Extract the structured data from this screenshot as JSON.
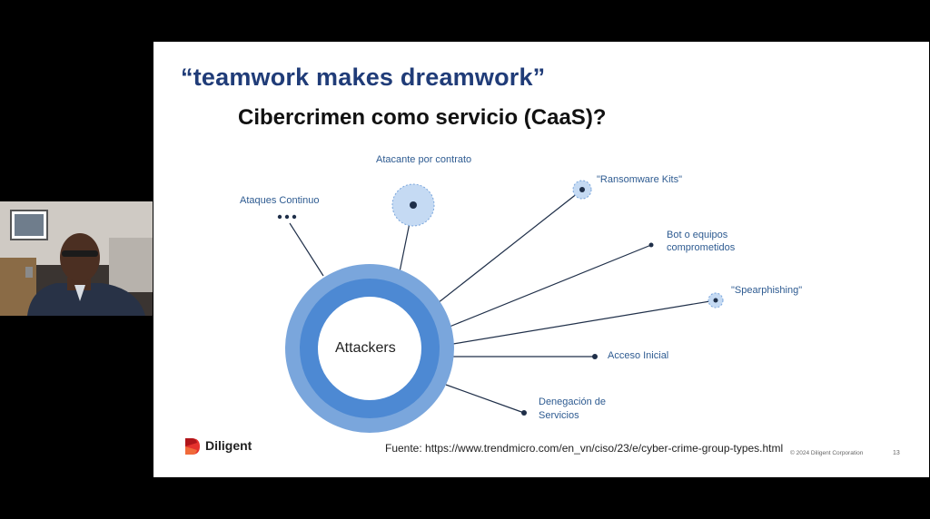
{
  "slide": {
    "title": "“teamwork makes dreamwork”",
    "subtitle": "Cibercrimen como servicio (CaaS)?",
    "diagram": {
      "center": "Attackers",
      "nodes": [
        {
          "label": "Atacante por contrato"
        },
        {
          "label": "Ataques Continuo"
        },
        {
          "label": "\"Ransomware  Kits\""
        },
        {
          "label": "Bot o equipos comprometidos",
          "line1": "Bot o equipos",
          "line2": "comprometidos"
        },
        {
          "label": "\"Spearphishing\""
        },
        {
          "label": "Acceso Inicial"
        },
        {
          "label": "Denegación de Servicios",
          "line1": "Denegación de",
          "line2": "Servicios"
        }
      ],
      "dots": "•••"
    },
    "source": "Fuente: https://www.trendmicro.com/en_vn/ciso/23/e/cyber-crime-group-types.html",
    "copyright": "© 2024 Diligent Corporation",
    "page_number": "13",
    "logo_text": "Diligent"
  },
  "colors": {
    "title": "#203c78",
    "label": "#2e5b91",
    "ring_outer": "#7aa6dc",
    "ring_inner": "#4d89d3",
    "line": "#1f2f49",
    "logo_red": "#e5322d"
  },
  "video": {
    "participant": "presenter-webcam"
  }
}
